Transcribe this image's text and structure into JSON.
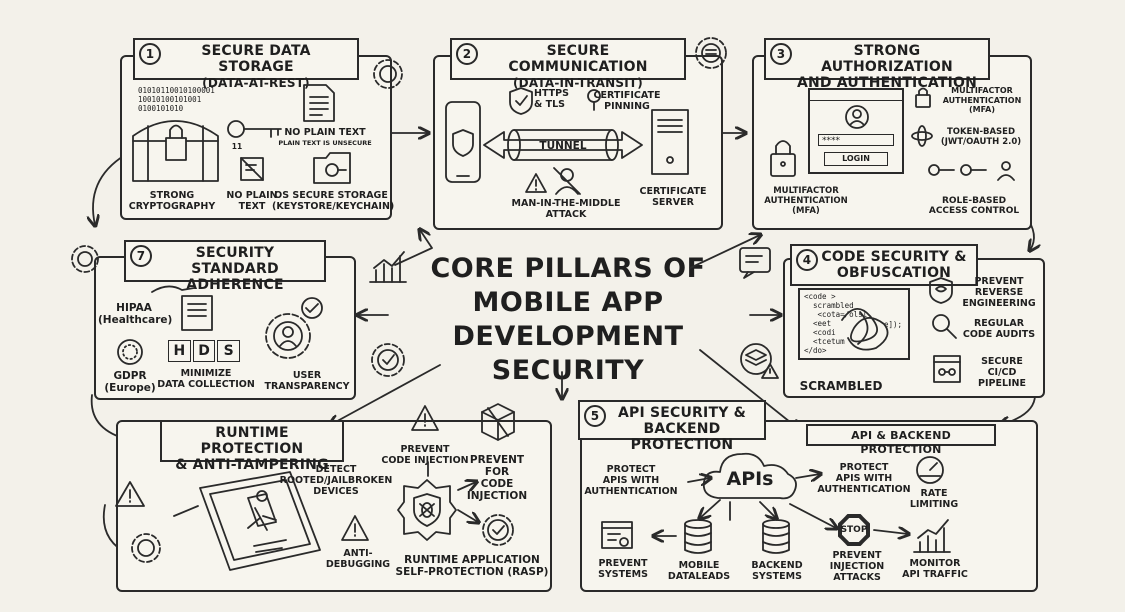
{
  "center": {
    "line1": "CORE PILLARS OF",
    "line2": "MOBILE APP DEVELOPMENT",
    "line3": "SECURITY"
  },
  "p1": {
    "num": "1",
    "title": "Secure Data Storage",
    "subtitle": "(Data-at-Rest)",
    "binary": "01010110010100001\n10010100101001\n0100101010",
    "no_plain": "NO PLAIN TEXT",
    "no_plain_small": "PLAIN TEXT IS UNSECURE",
    "key_num": "11",
    "strong_crypto": "STRONG\nCRYPTOGRAPHY",
    "no_plain2": "NO PLAIN\nTEXT",
    "os_storage": "OS SECURE STORAGE\n(KEYSTORE/KEYCHAIN)"
  },
  "p2": {
    "num": "2",
    "title": "Secure Communication",
    "subtitle": "(Data-in-Transit)",
    "https": "HTTPS\n& TLS",
    "pinning": "CERTIFICATE\nPINNING",
    "tunnel": "TUNNEL",
    "mitm": "MAN-IN-THE-MIDDLE\nATTACK",
    "server": "CERTIFICATE\nSERVER"
  },
  "p3": {
    "num": "3",
    "title_line1": "Strong Authorization",
    "title_line2": "and Authentication",
    "password": "****",
    "login": "LOGIN",
    "mfa_top": "MULTIFACTOR\nAUTHENTICATION\n(MFA)",
    "token": "TOKEN-BASED\n(JWT/OAUTH 2.0)",
    "mfa_bottom": "MULTIFACTOR\nAUTHENTICATION\n(MFA)",
    "rbac": "ROLE-BASED\nACCESS CONTROL"
  },
  "p4": {
    "num": "4",
    "title_line1": "Code Security &",
    "title_line2": "Obfuscation",
    "code": "<code >\n  scrambled\n   <cota=/olsl\n  <eet\n  <codi\n  <tcetum\n</do>",
    "code_end": "e]);",
    "scrambled": "SCRAMBLED",
    "reverse": "PREVENT\nREVERSE\nENGINEERING",
    "audits": "REGULAR\nCODE AUDITS",
    "cicd": "SECURE\nCI/CD\nPIPELINE"
  },
  "p5": {
    "num": "5",
    "title_line1": "API Security &",
    "title_line2": "Backend Protection",
    "tag": "API & BACKEND PROTECTION",
    "apis": "APIs",
    "protect_left": "PROTECT\nAPIs with\nAUTHENTICATION",
    "protect_right": "PROTECT\nAPIs with\nAUTHENTICATION",
    "rate": "RATE\nLIMITING",
    "prevent_systems": "PREVENT\nSYSTEMS",
    "dataleads": "MOBILE\nDATALEADS",
    "backend": "BACKEND\nSYSTEMS",
    "stop": "STOP",
    "injection": "PREVENT\nINJECTION\nATTACKS",
    "monitor": "MONITOR\nAPI TRAFFIC"
  },
  "p6": {
    "title_line1": "Runtime Protection",
    "title_line2": "& Anti-Tampering",
    "detect": "DETECT\nROOTED/JAILBROKEN\nDEVICES",
    "prevent_ci": "PREVENT\nCODE INJECTION",
    "prevent_for": "PREVENT\nFOR\nCODE\nINJECTION",
    "anti_debug": "ANTI-\nDEBUGGING",
    "rasp": "RUNTIME APPLICATION\nSELF-PROTECTION (RASP)"
  },
  "p7": {
    "num": "7",
    "title_line1": "Security Standard",
    "title_line2": "Adherence",
    "hipaa": "HIPAA\n(Healthcare)",
    "gdpr": "GDPR\n(Europe)",
    "hds": [
      "H",
      "D",
      "S"
    ],
    "minimize": "MINIMIZE\nDATA COLLECTION",
    "user": "USER\nTRANSPARENCY"
  }
}
